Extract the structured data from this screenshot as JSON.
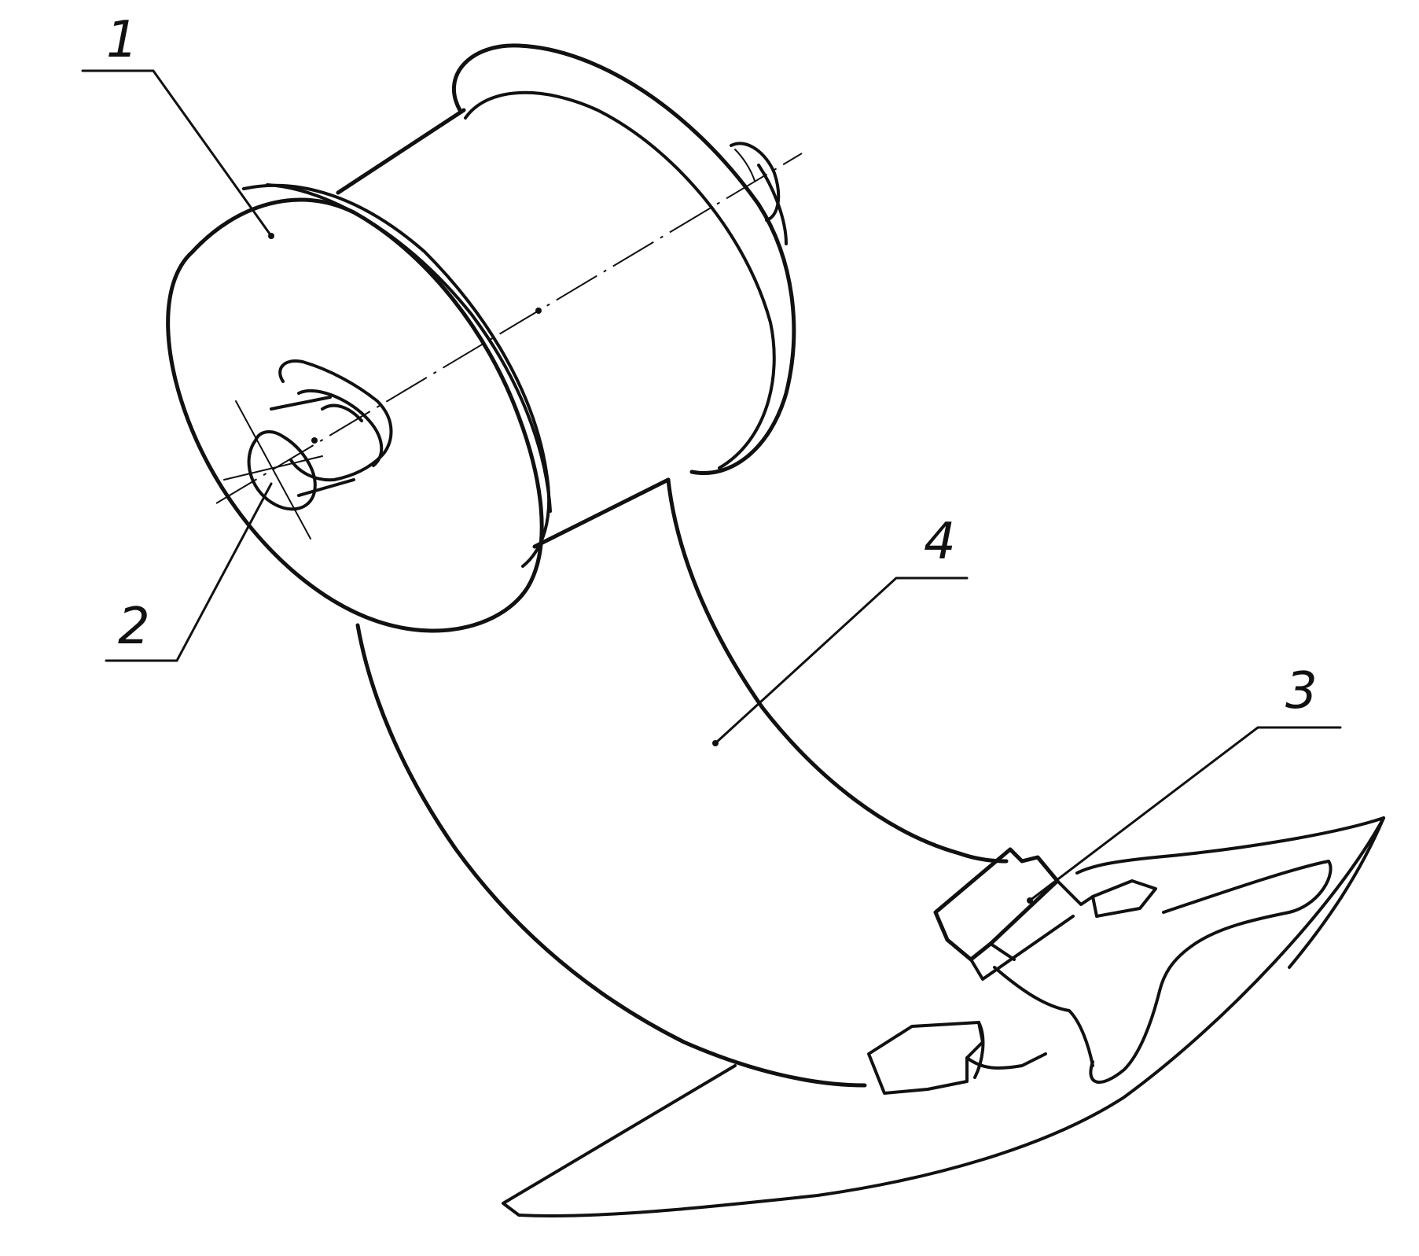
{
  "labels": {
    "part1": "1",
    "part2": "2",
    "part3": "3",
    "part4": "4"
  },
  "colors": {
    "ink": "#111111",
    "paper": "#ffffff"
  }
}
